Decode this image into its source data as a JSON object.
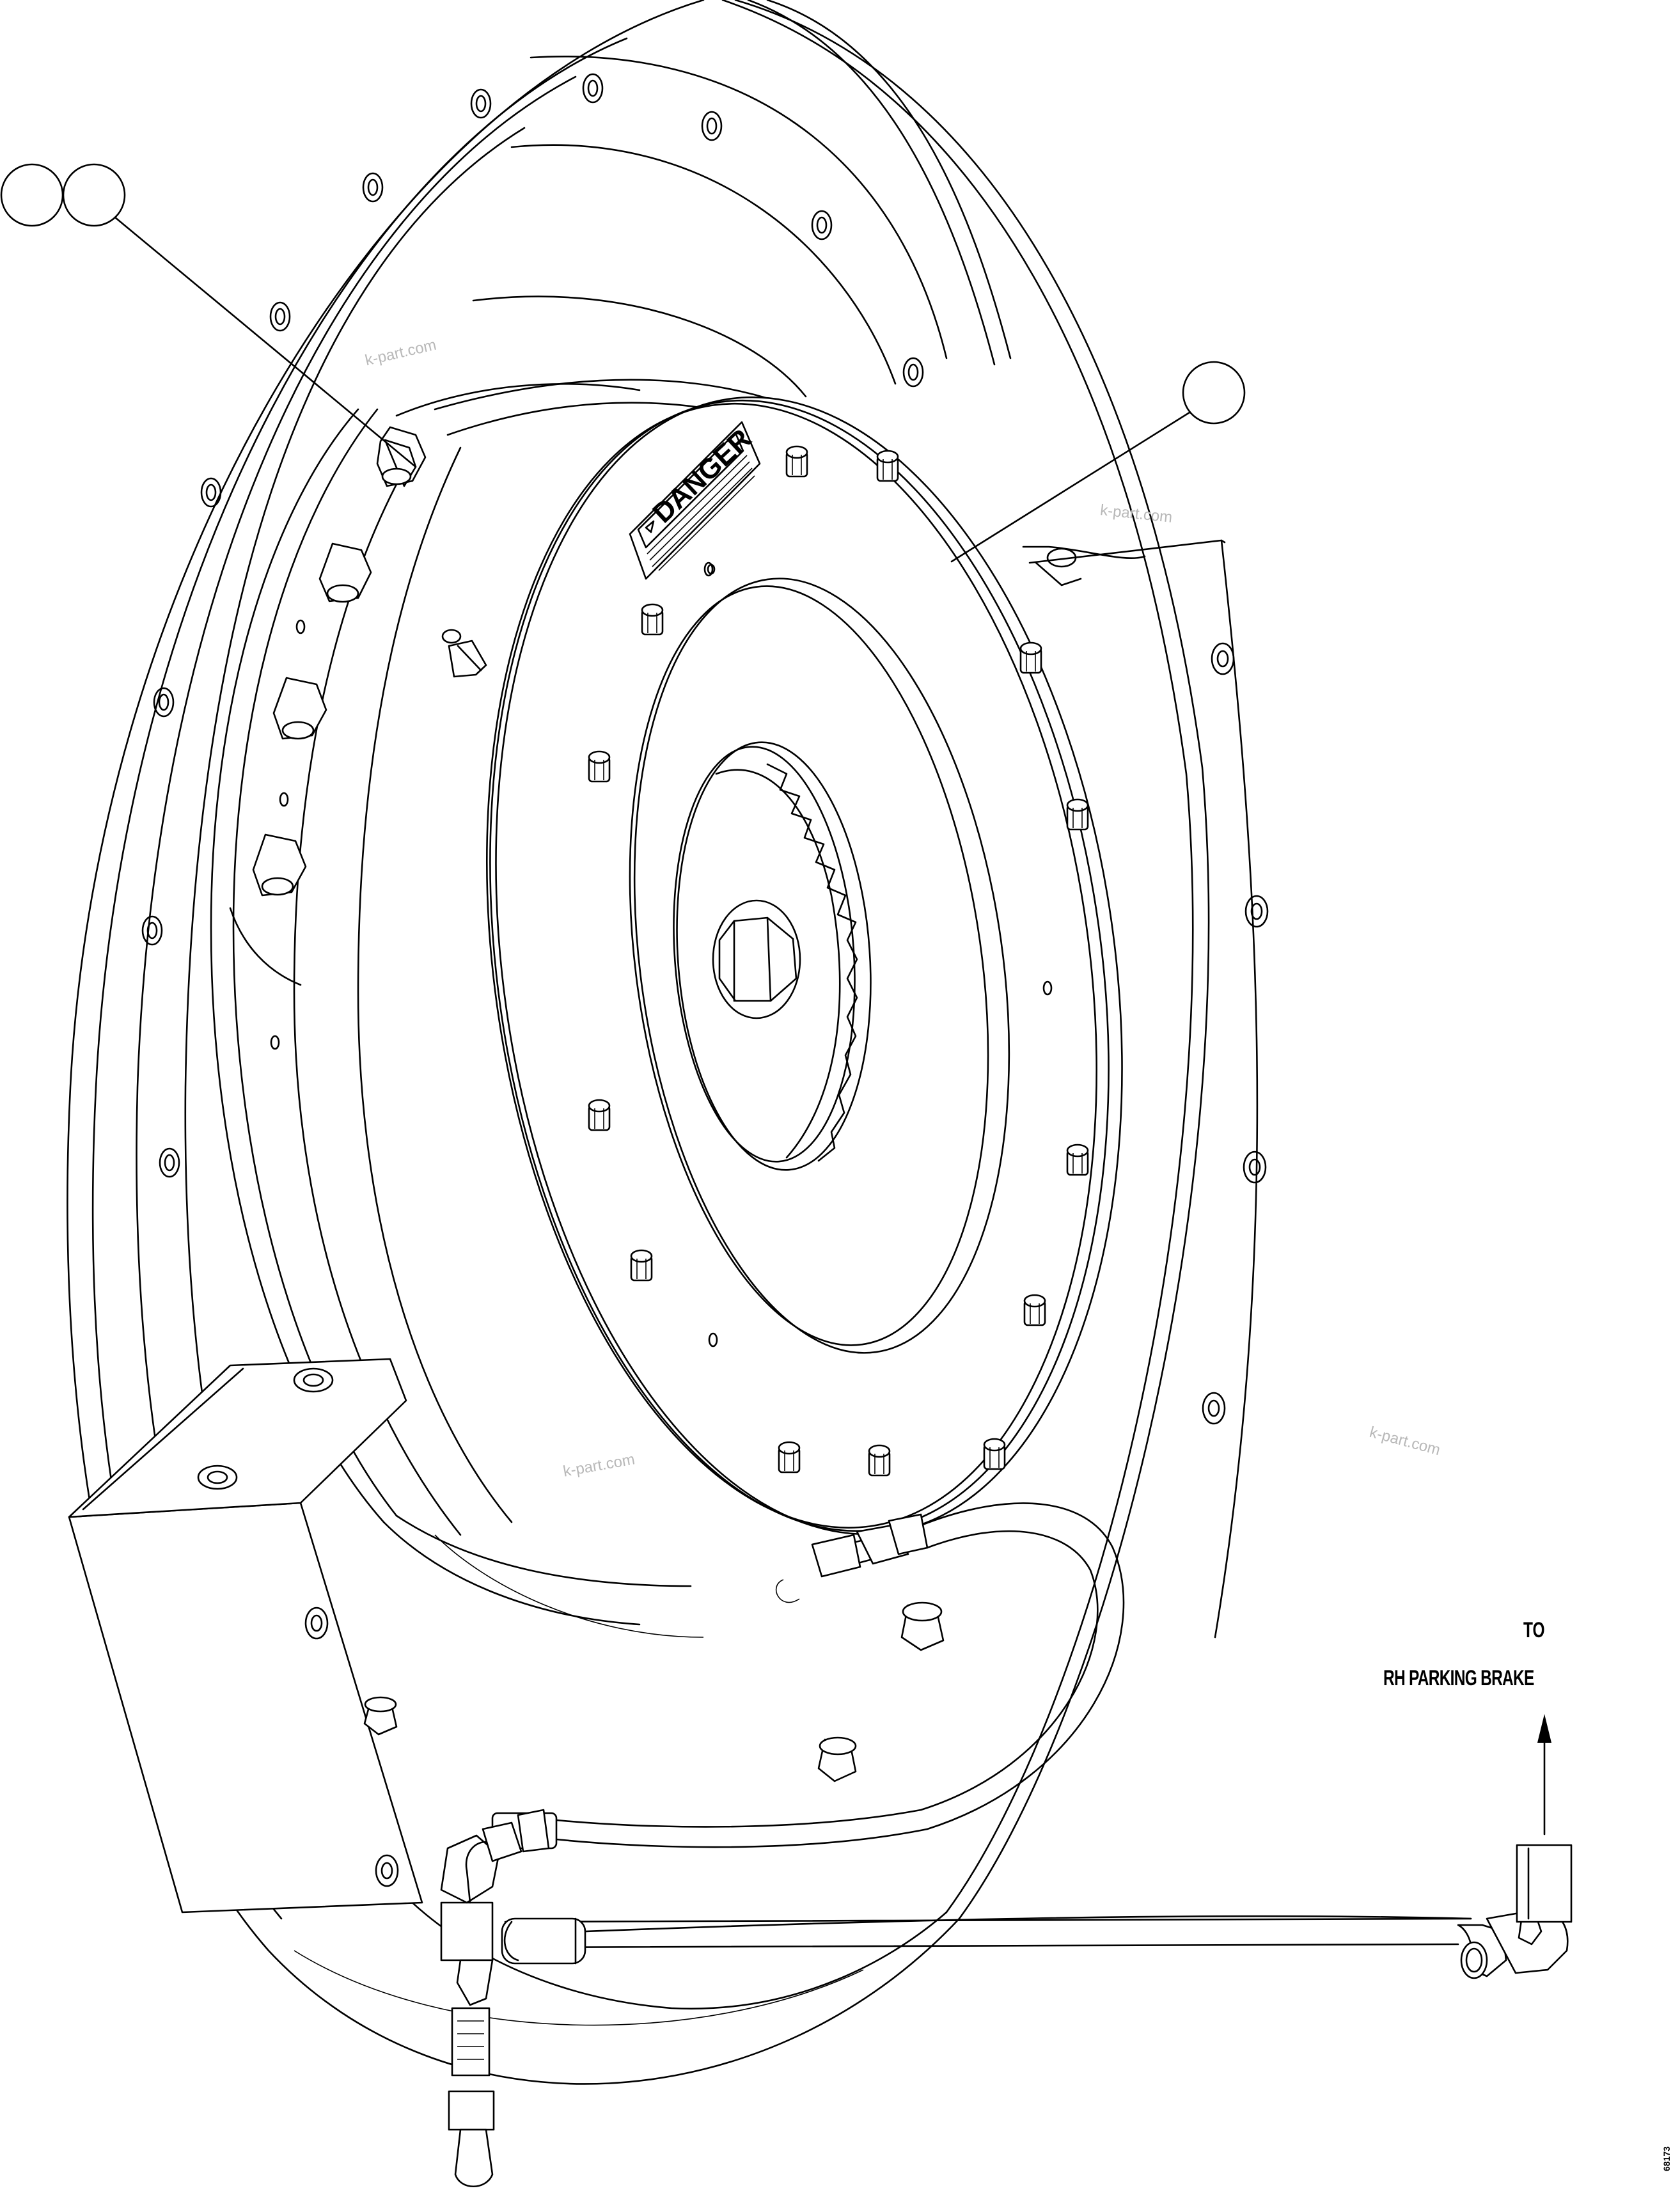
{
  "danger_plate": {
    "heading": "DANGER"
  },
  "annotation": {
    "line1": "TO",
    "line2": "RH PARKING BRAKE"
  },
  "watermark": "k-part.com",
  "figure_code": "68173"
}
